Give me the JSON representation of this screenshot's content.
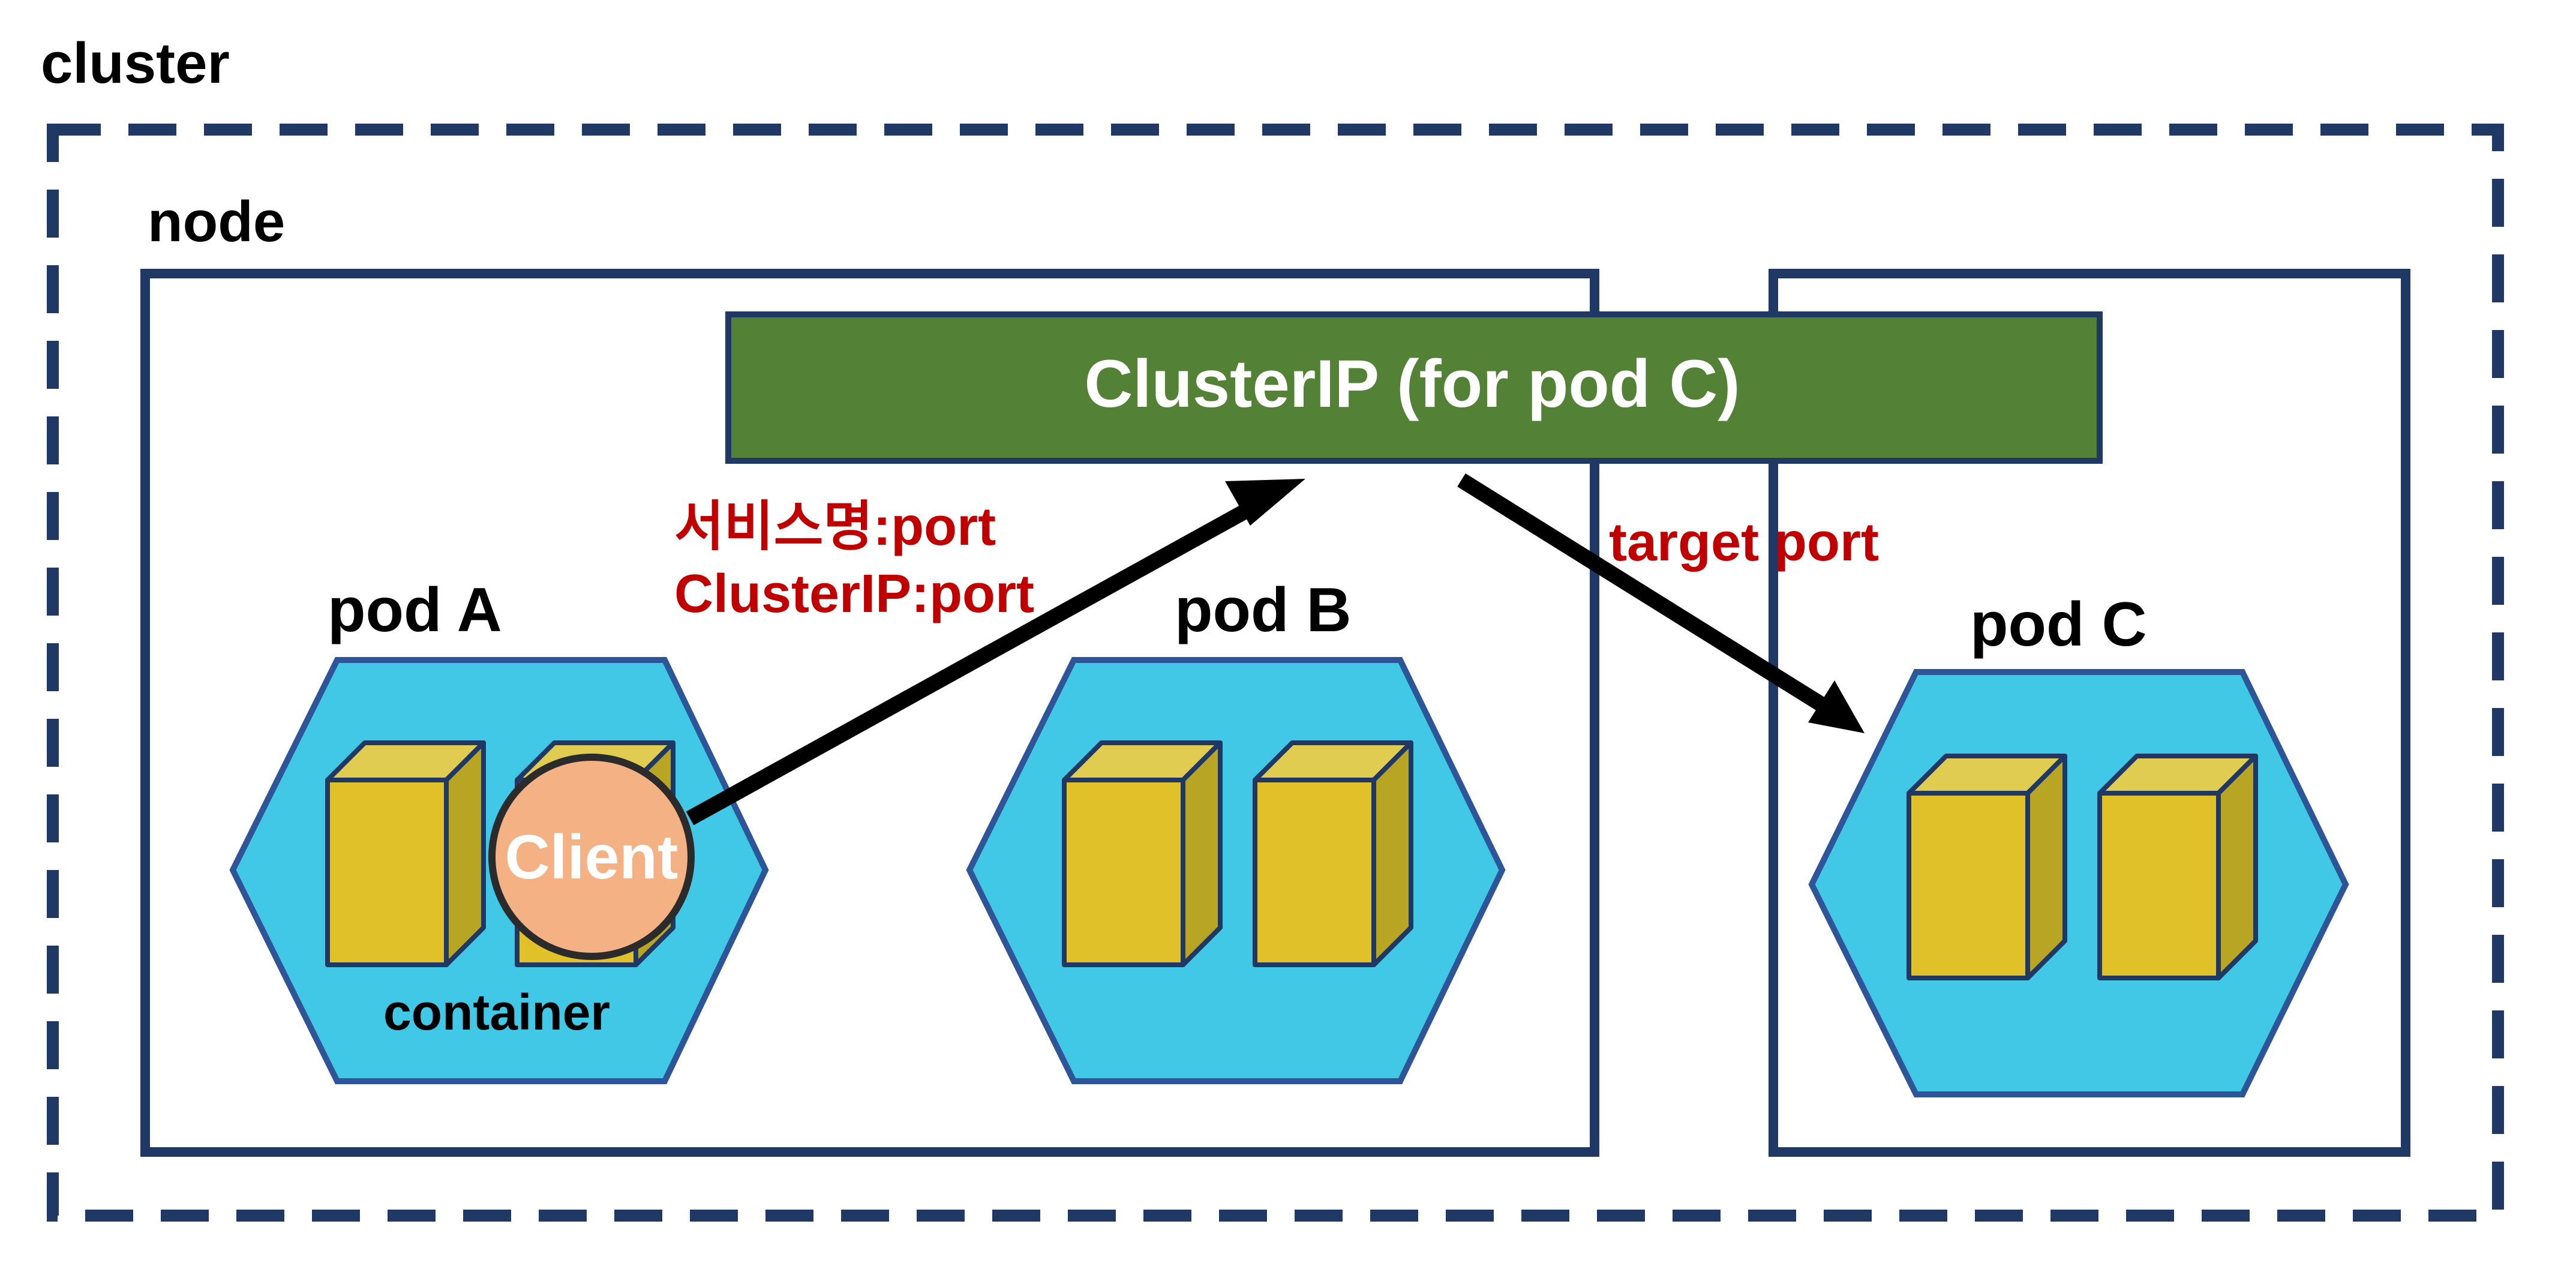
{
  "labels": {
    "cluster": "cluster",
    "node": "node",
    "pod_a": "pod A",
    "pod_b": "pod B",
    "pod_c": "pod C",
    "container": "container",
    "client": "Client",
    "clusterip_service": "ClusterIP (for pod C)",
    "service_name_port": "서비스명:port",
    "clusterip_port": "ClusterIP:port",
    "target_port": "target port"
  },
  "colors": {
    "outline_navy": "#1f3864",
    "service_green": "#538135",
    "pod_cyan": "#40c8e6",
    "container_front": "#e0c12a",
    "container_top": "#e0cc50",
    "container_side": "#b8a524",
    "client_fill": "#f4b183",
    "annotation_red": "#c00000",
    "arrow_black": "#000000"
  }
}
